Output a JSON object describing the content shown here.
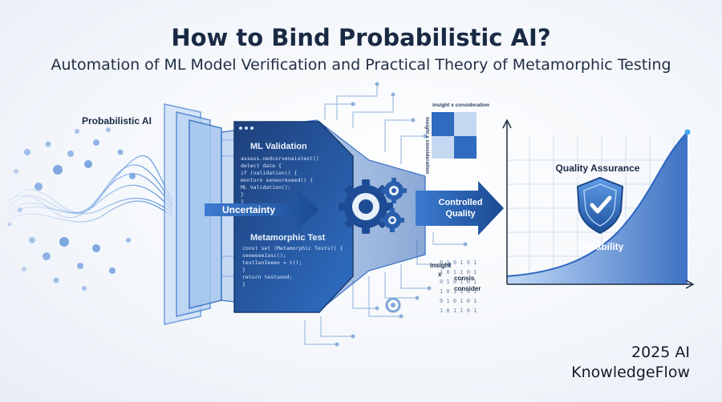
{
  "title": "How to Bind Probabilistic AI?",
  "subtitle": "Automation of ML Model Verification and Practical Theory of Metamorphic Testing",
  "labels": {
    "probabilistic_ai": "Probabilistic AI",
    "uncertainty": "Uncertainty",
    "ml_validation": "ML Validation",
    "metamorphic_test": "Metamorphic Test",
    "controlled_quality_line1": "Controlled",
    "controlled_quality_line2": "Quality",
    "quality_assurance": "Quality Assurance",
    "reliability": "Reliability",
    "matrix_top": "insight x consideration",
    "matrix_side": "insight x consideration",
    "insight_x_1": "insight",
    "insight_x_2": "x",
    "consis": "consis",
    "consider": "consider"
  },
  "code_top": [
    "assess.nedcorvenaistest()",
    "detect data {",
    "  if (validation() {",
    "    montorn seneoreseed() {",
    "      ML Validation();",
    "    }",
    "  }"
  ],
  "code_bottom": [
    "const set (Metamorphic Tests() {",
    "  seeeeeeIasc();",
    "  testIeoIeeeo = t();",
    "}",
    "return testuond;",
    "}"
  ],
  "binary_rows": [
    "0 1 0 1 0 1",
    "1 0 1 1 0 1",
    "0 1 0 1 0 1",
    "1 0 1 1 0 1",
    "0 1 0 1 0 1",
    "1 0 1 1 0 1"
  ],
  "credit_line1": "2025 AI",
  "credit_line2": "KnowledgeFlow",
  "colors": {
    "dark_blue": "#1f4e96",
    "mid_blue": "#2f6fc4",
    "light_blue": "#8db7e8",
    "panel_blue": "#2a5aa8"
  }
}
